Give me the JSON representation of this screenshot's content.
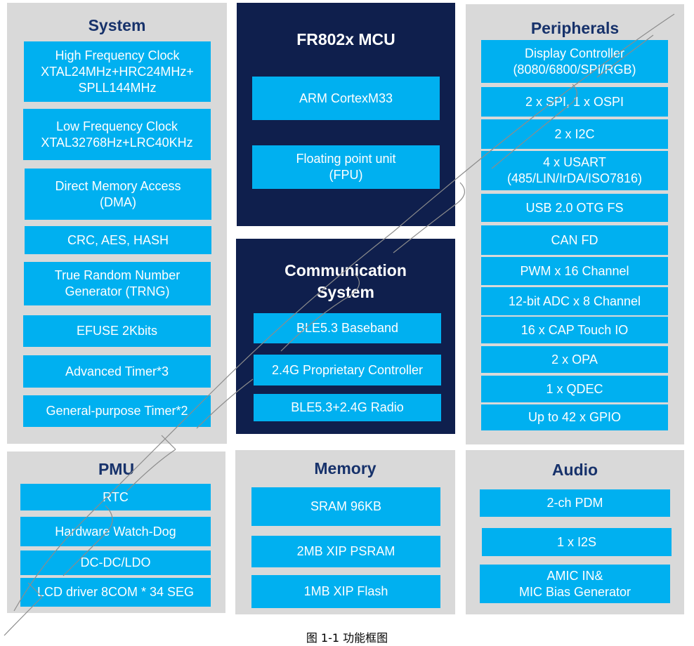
{
  "system": {
    "title": "System",
    "items": [
      [
        "High Frequency Clock",
        "XTAL24MHz+HRC24MHz+",
        "SPLL144MHz"
      ],
      [
        "Low Frequency Clock",
        "XTAL32768Hz+LRC40KHz"
      ],
      [
        "Direct Memory Access",
        "(DMA)"
      ],
      [
        "CRC, AES, HASH"
      ],
      [
        "True Random Number",
        "Generator (TRNG)"
      ],
      [
        "EFUSE 2Kbits"
      ],
      [
        "Advanced Timer*3"
      ],
      [
        "General-purpose Timer*2"
      ]
    ]
  },
  "mcu": {
    "title": "FR802x MCU",
    "items": [
      [
        "ARM CortexM33"
      ],
      [
        "Floating point unit",
        "(FPU)"
      ]
    ]
  },
  "comm": {
    "title_line1": "Communication",
    "title_line2": "System",
    "items": [
      [
        "BLE5.3 Baseband"
      ],
      [
        "2.4G  Proprietary Controller"
      ],
      [
        "BLE5.3+2.4G Radio"
      ]
    ]
  },
  "peripherals": {
    "title": "Peripherals",
    "items": [
      [
        "Display Controller",
        "(8080/6800/SPI/RGB)"
      ],
      [
        "2 x SPI, 1 x OSPI"
      ],
      [
        "2 x I2C"
      ],
      [
        "4 x USART",
        "(485/LIN/IrDA/ISO7816)"
      ],
      [
        "USB 2.0 OTG FS"
      ],
      [
        "CAN FD"
      ],
      [
        "PWM x 16 Channel"
      ],
      [
        "12-bit ADC x 8 Channel"
      ],
      [
        "16 x CAP Touch IO"
      ],
      [
        "2 x OPA"
      ],
      [
        "1 x QDEC"
      ],
      [
        "Up to 42 x GPIO"
      ]
    ]
  },
  "pmu": {
    "title": "PMU",
    "items": [
      [
        "RTC"
      ],
      [
        "Hardware Watch-Dog"
      ],
      [
        "DC-DC/LDO"
      ],
      [
        "LCD driver 8COM * 34 SEG"
      ]
    ]
  },
  "memory": {
    "title": "Memory",
    "items": [
      [
        "SRAM 96KB"
      ],
      [
        "2MB XIP PSRAM"
      ],
      [
        "1MB XIP Flash"
      ]
    ]
  },
  "audio": {
    "title": "Audio",
    "items": [
      [
        "2-ch PDM"
      ],
      [
        "1 x I2S"
      ],
      [
        "AMIC IN&",
        "MIC Bias Generator"
      ]
    ]
  },
  "caption": "图  1-1  功能框图",
  "colors": {
    "panel_gray": "#d9d9d9",
    "panel_navy": "#0f1f4d",
    "box_cyan": "#00b0f0",
    "title_blue": "#17326b"
  }
}
